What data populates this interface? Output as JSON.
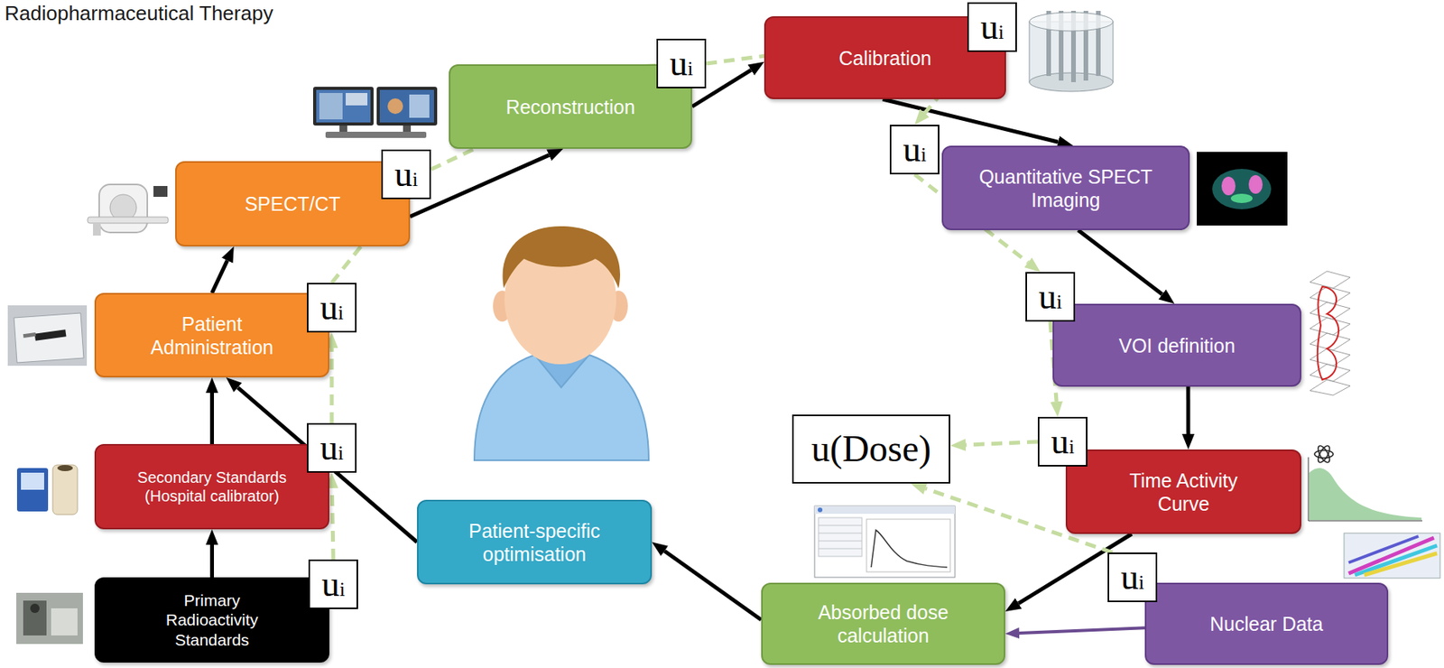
{
  "diagram": {
    "title": "Radiopharmaceutical Therapy",
    "nodes": [
      {
        "text": [
          "Reconstruction"
        ]
      },
      {
        "text": [
          "Calibration"
        ]
      },
      {
        "text": [
          "SPECT/CT"
        ]
      },
      {
        "text": [
          "Quantitative SPECT Imaging"
        ]
      },
      {
        "text": [
          "Patient Administration"
        ]
      },
      {
        "text": [
          "VOI definition"
        ]
      },
      {
        "text": [
          "Secondary Standards (Hospital calibrator)"
        ]
      },
      {
        "text": [
          "Patient-specific optimisation"
        ]
      },
      {
        "text": [
          "Time Activity Curve"
        ]
      },
      {
        "text": [
          "u(Dose)"
        ]
      },
      {
        "text": [
          "Primary Radioactivity Standards"
        ]
      },
      {
        "text": [
          "Absorbed dose calculation"
        ]
      },
      {
        "text": [
          "Nuclear Data"
        ]
      },
      {
        "text": [
          "ui"
        ]
      },
      {
        "text": [
          "ui"
        ]
      },
      {
        "text": [
          "ui"
        ]
      },
      {
        "text": [
          "ui"
        ]
      },
      {
        "text": [
          "ui"
        ]
      },
      {
        "text": [
          "ui"
        ]
      },
      {
        "text": [
          "ui"
        ]
      },
      {
        "text": [
          "ui"
        ]
      },
      {
        "text": [
          "ui"
        ]
      },
      {
        "text": [
          "ui"
        ]
      }
    ],
    "edges": [
      {
        "from": 10,
        "to": 6,
        "arrow": "to"
      },
      {
        "from": 6,
        "to": 4,
        "arrow": "to"
      },
      {
        "from": 7,
        "to": 4,
        "arrow": "to"
      },
      {
        "from": 4,
        "to": 2,
        "arrow": "to"
      },
      {
        "from": 2,
        "to": 0,
        "arrow": "to"
      },
      {
        "from": 0,
        "to": 1,
        "arrow": "to"
      },
      {
        "from": 1,
        "to": 3,
        "arrow": "to"
      },
      {
        "from": 3,
        "to": 5,
        "arrow": "to"
      },
      {
        "from": 5,
        "to": 8,
        "arrow": "to"
      },
      {
        "from": 8,
        "to": 11,
        "arrow": "to"
      },
      {
        "from": 12,
        "to": 11,
        "arrow": "to"
      },
      {
        "from": 11,
        "to": 7,
        "arrow": "to"
      },
      {
        "from": 21,
        "to": 20,
        "arrow": "to"
      },
      {
        "from": 20,
        "to": 18,
        "arrow": "to"
      },
      {
        "from": 18,
        "to": 16,
        "arrow": "to"
      },
      {
        "from": 16,
        "to": 14,
        "arrow": "to"
      },
      {
        "from": 14,
        "to": 13,
        "arrow": "to"
      },
      {
        "from": 13,
        "to": 15,
        "arrow": "to"
      },
      {
        "from": 15,
        "to": 17,
        "arrow": "to"
      },
      {
        "from": 17,
        "to": 19,
        "arrow": "to"
      },
      {
        "from": 19,
        "to": 9,
        "arrow": "to"
      },
      {
        "from": 22,
        "to": 9,
        "arrow": "to"
      }
    ]
  }
}
